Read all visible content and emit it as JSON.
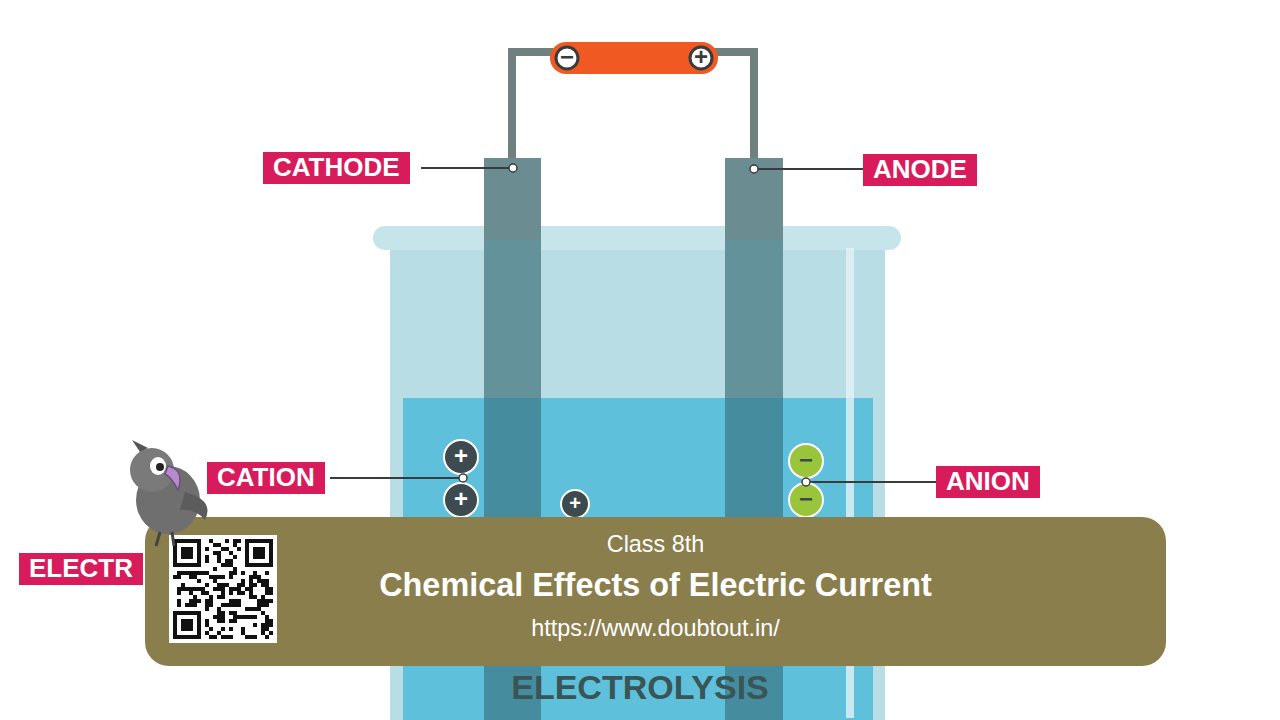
{
  "diagram": {
    "caption": "ELECTROLYSIS",
    "nodes": [
      {
        "text": [
          "CATHODE"
        ]
      },
      {
        "text": [
          "ANODE"
        ]
      },
      {
        "text": [
          "CATION"
        ]
      },
      {
        "text": [
          "ANION"
        ]
      },
      {
        "text": [
          "ELECTR"
        ]
      },
      {
        "text": [
          "Class 8th",
          "Chemical Effects of Electric Current",
          "https://www.doubtout.in/"
        ]
      }
    ],
    "labels": [
      "−",
      "+",
      "+",
      "+",
      "+",
      "−",
      "−"
    ]
  }
}
